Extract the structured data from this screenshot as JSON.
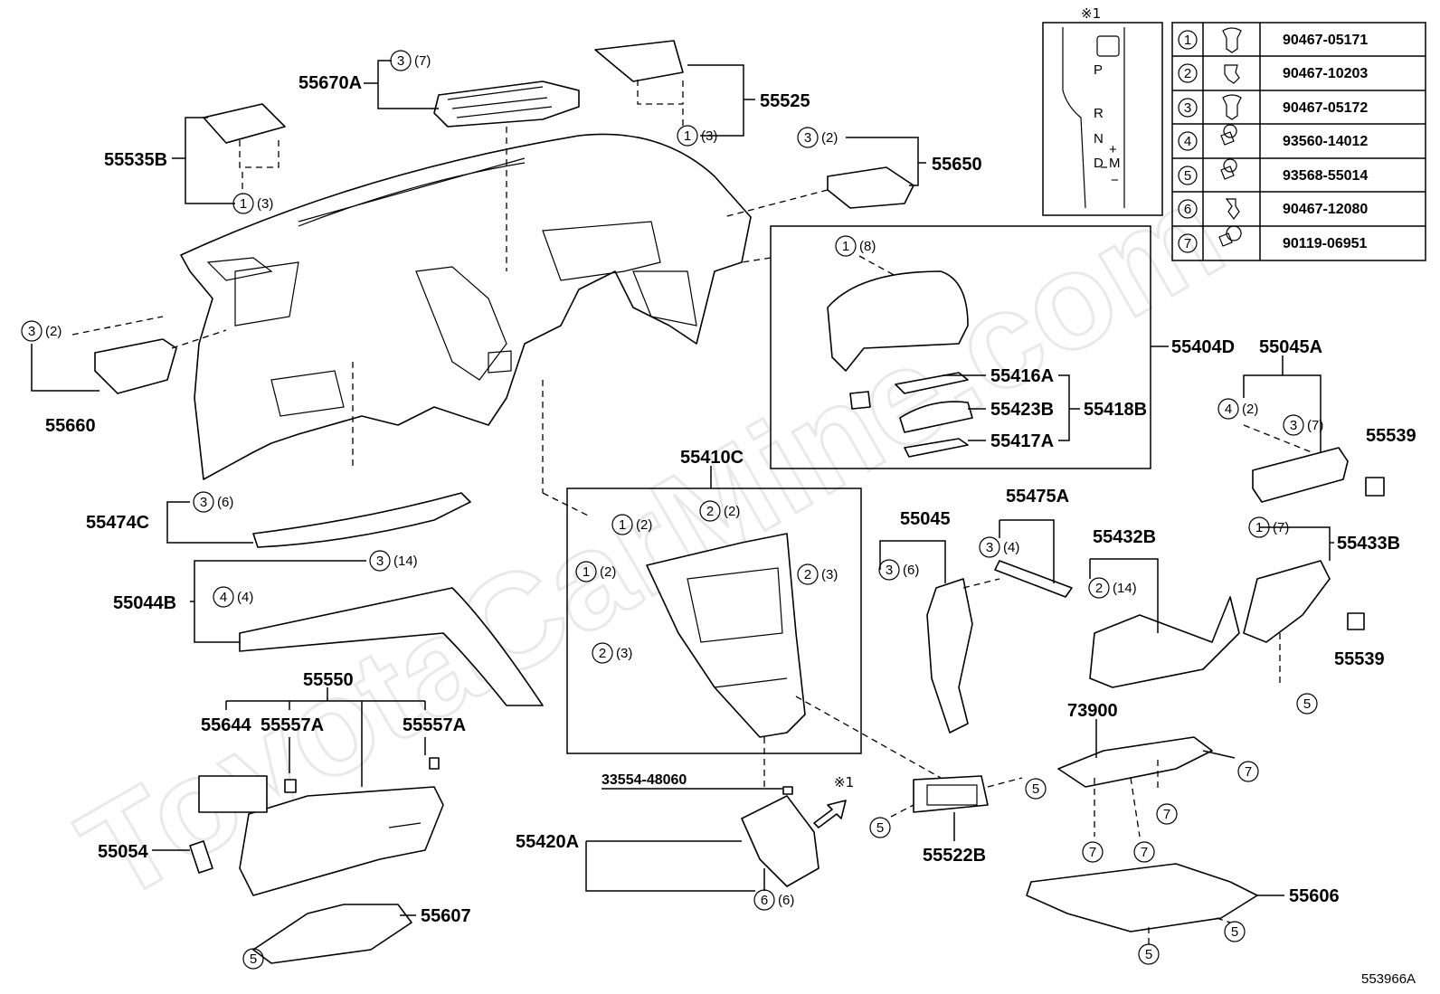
{
  "watermark": "ToyotaCarMine.com",
  "footer_code": "553966A",
  "note_mark": "※1",
  "shifter": {
    "gates": [
      "P",
      "R",
      "N",
      "D",
      "M",
      "+",
      "−"
    ]
  },
  "fastener_table": [
    {
      "no": "1",
      "part": "90467-05171",
      "icon": "clip-icon"
    },
    {
      "no": "2",
      "part": "90467-10203",
      "icon": "clip-icon"
    },
    {
      "no": "3",
      "part": "90467-05172",
      "icon": "clip-icon"
    },
    {
      "no": "4",
      "part": "93560-14012",
      "icon": "screw-icon"
    },
    {
      "no": "5",
      "part": "93568-55014",
      "icon": "screw-icon"
    },
    {
      "no": "6",
      "part": "90467-12080",
      "icon": "clip-icon"
    },
    {
      "no": "7",
      "part": "90119-06951",
      "icon": "bolt-icon"
    }
  ],
  "parts": {
    "p55670A": "55670A",
    "p55525": "55525",
    "p55535B": "55535B",
    "p55650": "55650",
    "p55660": "55660",
    "p55404D": "55404D",
    "p55416A": "55416A",
    "p55423B": "55423B",
    "p55418B": "55418B",
    "p55417A": "55417A",
    "p55045A": "55045A",
    "p55539a": "55539",
    "p55410C": "55410C",
    "p55474C": "55474C",
    "p55044B": "55044B",
    "p55045": "55045",
    "p55475A": "55475A",
    "p55432B": "55432B",
    "p55433B": "55433B",
    "p55539b": "55539",
    "p55550": "55550",
    "p55644": "55644",
    "p55557Aa": "55557A",
    "p55557Ab": "55557A",
    "p73900": "73900",
    "p33554": "33554-48060",
    "p55420A": "55420A",
    "p55522B": "55522B",
    "p55054": "55054",
    "p55607": "55607",
    "p55606": "55606"
  },
  "callouts": {
    "c01": {
      "n": "3",
      "q": "(7)"
    },
    "c02": {
      "n": "1",
      "q": "(3)"
    },
    "c03": {
      "n": "1",
      "q": "(3)"
    },
    "c04": {
      "n": "3",
      "q": "(2)"
    },
    "c05": {
      "n": "3",
      "q": "(2)"
    },
    "c06": {
      "n": "1",
      "q": "(8)"
    },
    "c07": {
      "n": "4",
      "q": "(2)"
    },
    "c08": {
      "n": "3",
      "q": "(7)"
    },
    "c09": {
      "n": "1",
      "q": "(2)"
    },
    "c10": {
      "n": "2",
      "q": "(2)"
    },
    "c11": {
      "n": "1",
      "q": "(2)"
    },
    "c12": {
      "n": "2",
      "q": "(3)"
    },
    "c13": {
      "n": "2",
      "q": "(3)"
    },
    "c14": {
      "n": "3",
      "q": "(6)"
    },
    "c15": {
      "n": "3",
      "q": "(14)"
    },
    "c16": {
      "n": "4",
      "q": "(4)"
    },
    "c17": {
      "n": "3",
      "q": "(6)"
    },
    "c18": {
      "n": "3",
      "q": "(4)"
    },
    "c19": {
      "n": "2",
      "q": "(14)"
    },
    "c20": {
      "n": "1",
      "q": "(7)"
    },
    "c21": {
      "n": "6",
      "q": "(6)"
    }
  },
  "circles": {
    "k01": "5",
    "k02": "7",
    "k03": "7",
    "k04": "7",
    "k05": "7",
    "k06": "5",
    "k07": "5",
    "k08": "5",
    "k09": "5",
    "k10": "5"
  }
}
